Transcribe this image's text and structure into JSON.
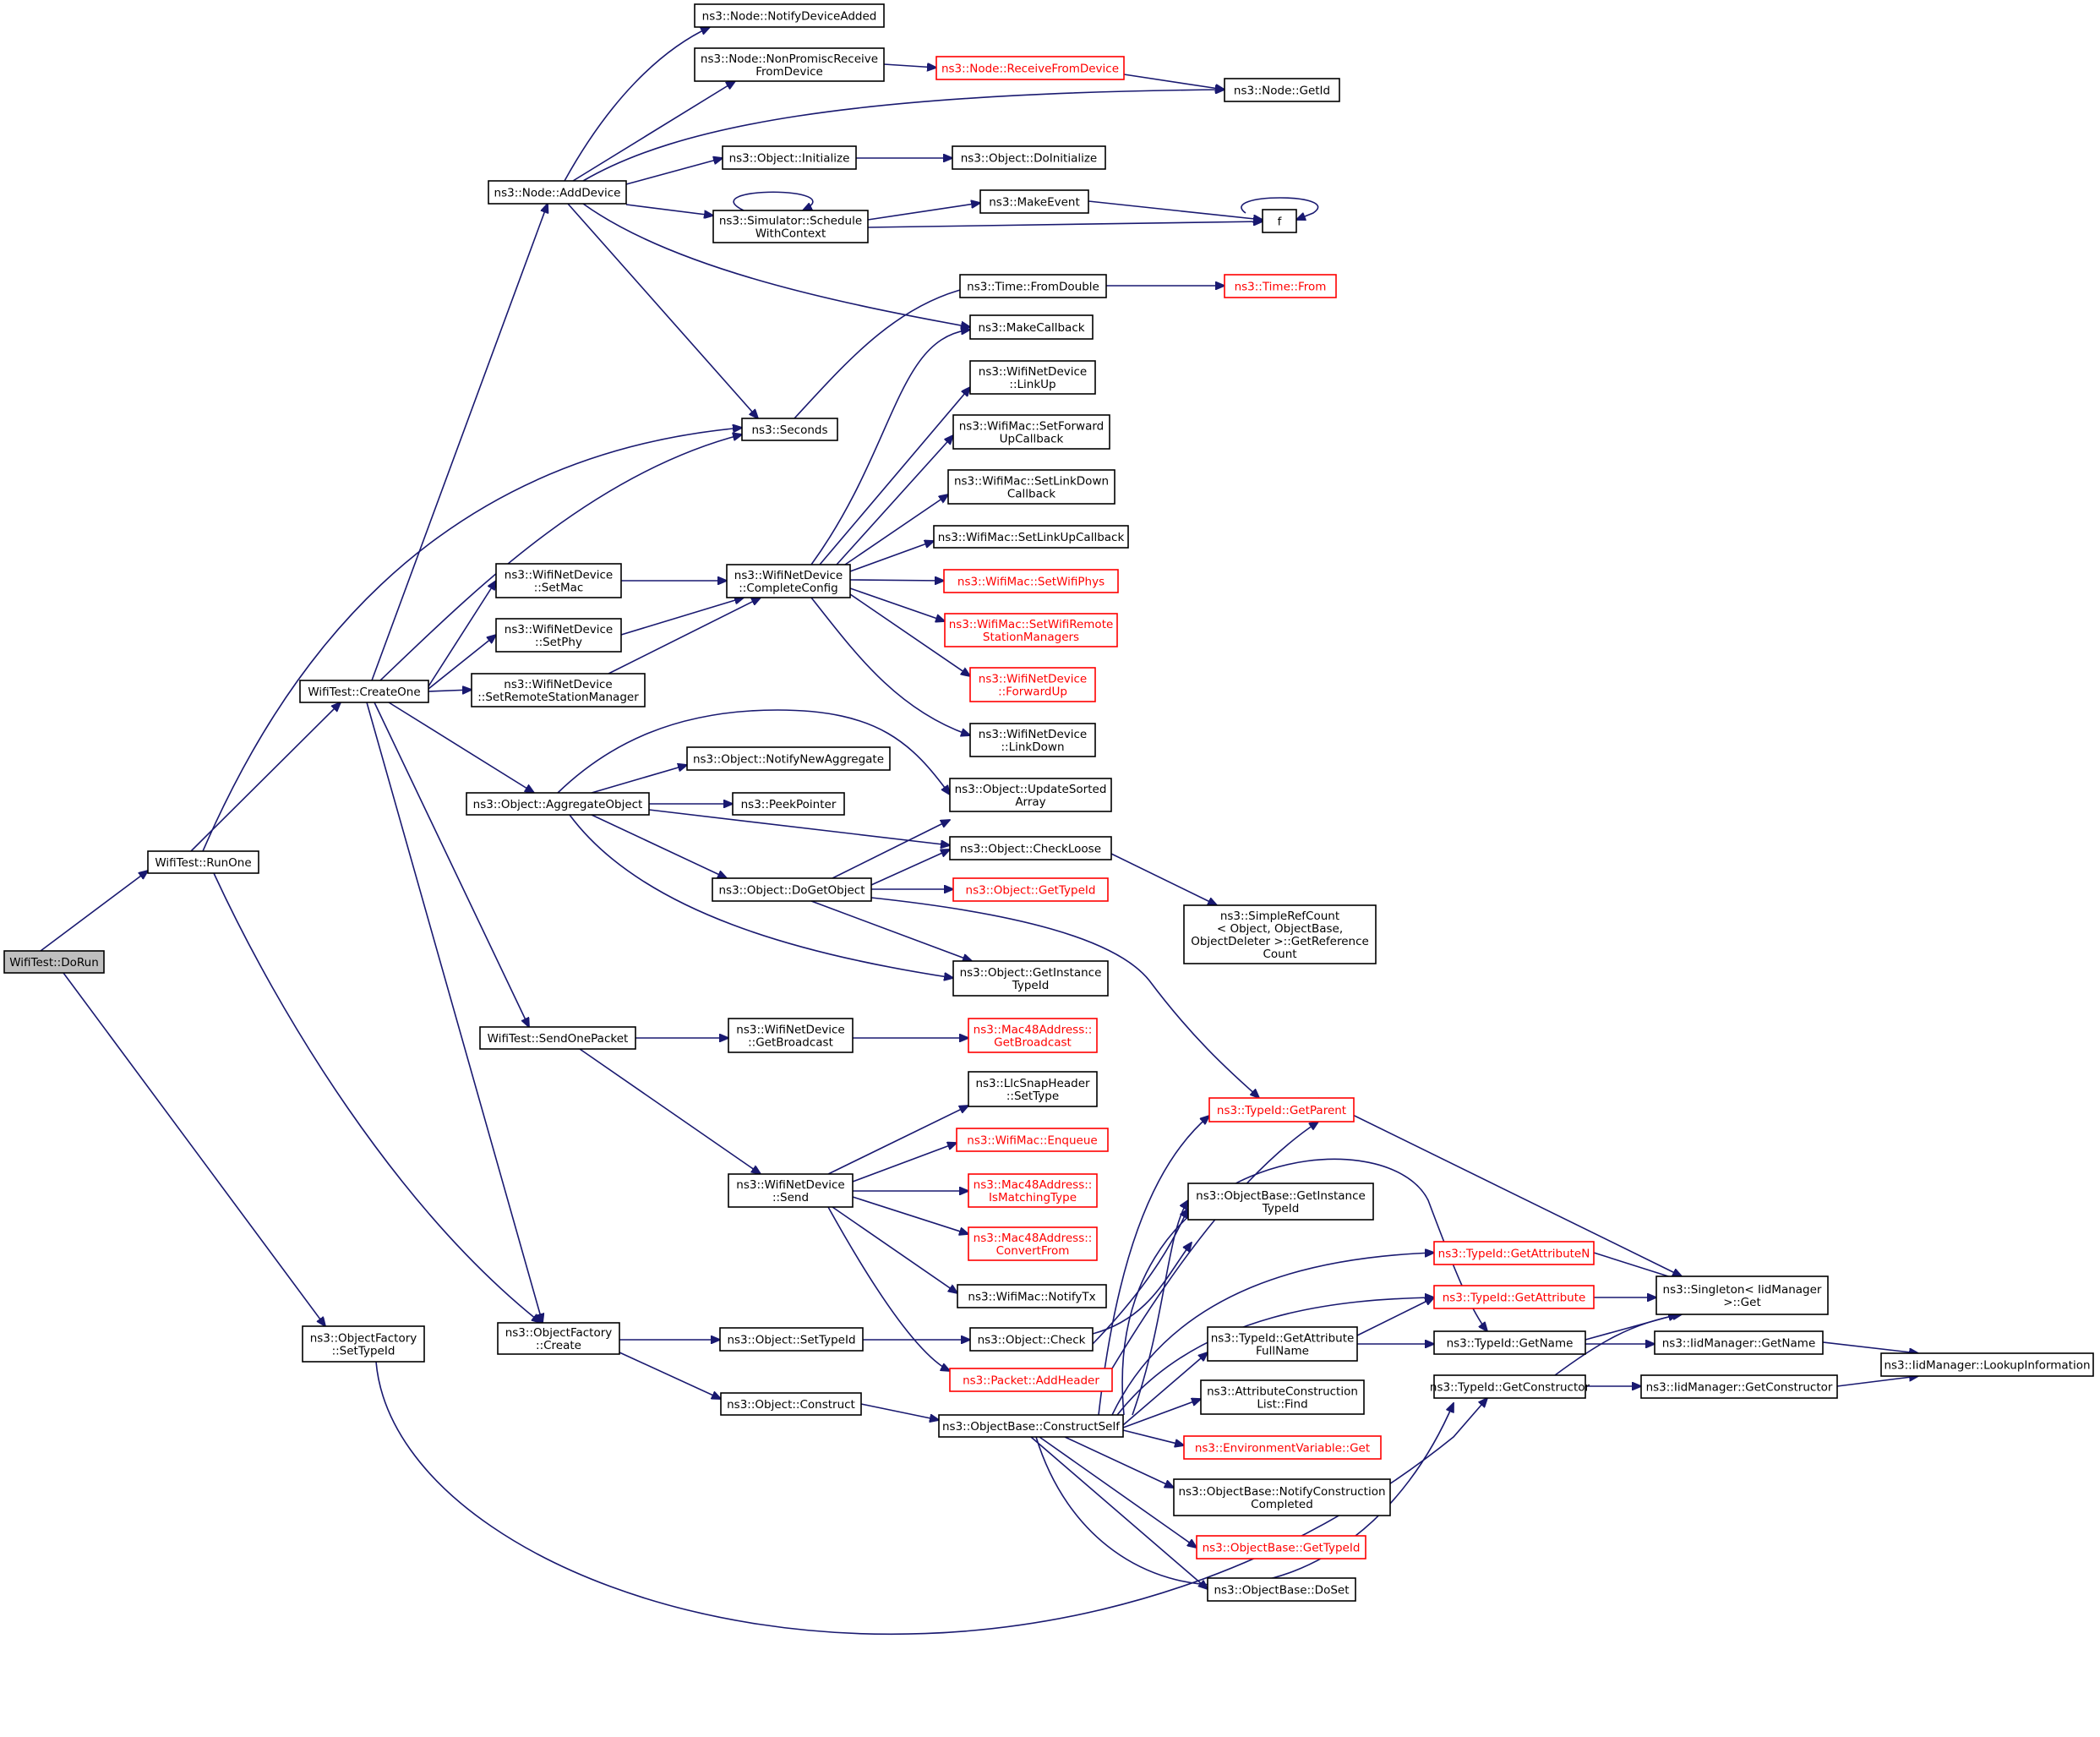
{
  "graph": {
    "nodes": [
      {
        "id": "dorun",
        "lines": [
          "WifiTest::DoRun"
        ],
        "style": "root"
      },
      {
        "id": "runone",
        "lines": [
          "WifiTest::RunOne"
        ],
        "style": "normal"
      },
      {
        "id": "createone",
        "lines": [
          "WifiTest::CreateOne"
        ],
        "style": "normal"
      },
      {
        "id": "of_settypeid",
        "lines": [
          "ns3::ObjectFactory",
          "::SetTypeId"
        ],
        "style": "normal"
      },
      {
        "id": "node_adddevice",
        "lines": [
          "ns3::Node::AddDevice"
        ],
        "style": "normal"
      },
      {
        "id": "seconds",
        "lines": [
          "ns3::Seconds"
        ],
        "style": "normal"
      },
      {
        "id": "of_create",
        "lines": [
          "ns3::ObjectFactory",
          "::Create"
        ],
        "style": "normal"
      },
      {
        "id": "notifydeviceadded",
        "lines": [
          "ns3::Node::NotifyDeviceAdded"
        ],
        "style": "normal"
      },
      {
        "id": "nonpromisc",
        "lines": [
          "ns3::Node::NonPromiscReceive",
          "FromDevice"
        ],
        "style": "normal"
      },
      {
        "id": "receivefromdevice",
        "lines": [
          "ns3::Node::ReceiveFromDevice"
        ],
        "style": "red"
      },
      {
        "id": "node_getid",
        "lines": [
          "ns3::Node::GetId"
        ],
        "style": "normal"
      },
      {
        "id": "obj_initialize",
        "lines": [
          "ns3::Object::Initialize"
        ],
        "style": "normal"
      },
      {
        "id": "obj_doinitialize",
        "lines": [
          "ns3::Object::DoInitialize"
        ],
        "style": "normal"
      },
      {
        "id": "sched",
        "lines": [
          "ns3::Simulator::Schedule",
          "WithContext"
        ],
        "style": "normal"
      },
      {
        "id": "makeevent",
        "lines": [
          "ns3::MakeEvent"
        ],
        "style": "normal"
      },
      {
        "id": "f",
        "lines": [
          "f"
        ],
        "style": "normal"
      },
      {
        "id": "fromdouble",
        "lines": [
          "ns3::Time::FromDouble"
        ],
        "style": "normal"
      },
      {
        "id": "timefrom",
        "lines": [
          "ns3::Time::From"
        ],
        "style": "red"
      },
      {
        "id": "makecallback",
        "lines": [
          "ns3::MakeCallback"
        ],
        "style": "normal"
      },
      {
        "id": "setmac",
        "lines": [
          "ns3::WifiNetDevice",
          "::SetMac"
        ],
        "style": "normal"
      },
      {
        "id": "setphy",
        "lines": [
          "ns3::WifiNetDevice",
          "::SetPhy"
        ],
        "style": "normal"
      },
      {
        "id": "setrsm",
        "lines": [
          "ns3::WifiNetDevice",
          "::SetRemoteStationManager"
        ],
        "style": "normal"
      },
      {
        "id": "completeconfig",
        "lines": [
          "ns3::WifiNetDevice",
          "::CompleteConfig"
        ],
        "style": "normal"
      },
      {
        "id": "linkup",
        "lines": [
          "ns3::WifiNetDevice",
          "::LinkUp"
        ],
        "style": "normal"
      },
      {
        "id": "setfwdup",
        "lines": [
          "ns3::WifiMac::SetForward",
          "UpCallback"
        ],
        "style": "normal"
      },
      {
        "id": "setlinkdown",
        "lines": [
          "ns3::WifiMac::SetLinkDown",
          "Callback"
        ],
        "style": "normal"
      },
      {
        "id": "setlinkup",
        "lines": [
          "ns3::WifiMac::SetLinkUpCallback"
        ],
        "style": "normal"
      },
      {
        "id": "setwifiphys",
        "lines": [
          "ns3::WifiMac::SetWifiPhys"
        ],
        "style": "red"
      },
      {
        "id": "setwifirsm",
        "lines": [
          "ns3::WifiMac::SetWifiRemote",
          "StationManagers"
        ],
        "style": "red"
      },
      {
        "id": "forwardup",
        "lines": [
          "ns3::WifiNetDevice",
          "::ForwardUp"
        ],
        "style": "red"
      },
      {
        "id": "linkdown",
        "lines": [
          "ns3::WifiNetDevice",
          "::LinkDown"
        ],
        "style": "normal"
      },
      {
        "id": "aggregate",
        "lines": [
          "ns3::Object::AggregateObject"
        ],
        "style": "normal"
      },
      {
        "id": "notifynewagg",
        "lines": [
          "ns3::Object::NotifyNewAggregate"
        ],
        "style": "normal"
      },
      {
        "id": "peekpointer",
        "lines": [
          "ns3::PeekPointer"
        ],
        "style": "normal"
      },
      {
        "id": "updatesorted",
        "lines": [
          "ns3::Object::UpdateSorted",
          "Array"
        ],
        "style": "normal"
      },
      {
        "id": "checkloose",
        "lines": [
          "ns3::Object::CheckLoose"
        ],
        "style": "normal"
      },
      {
        "id": "dogetobject",
        "lines": [
          "ns3::Object::DoGetObject"
        ],
        "style": "normal"
      },
      {
        "id": "obj_gettypeid",
        "lines": [
          "ns3::Object::GetTypeId"
        ],
        "style": "red"
      },
      {
        "id": "getrefcount",
        "lines": [
          "ns3::SimpleRefCount",
          "< Object, ObjectBase,",
          "ObjectDeleter >::GetReference",
          "Count"
        ],
        "style": "normal"
      },
      {
        "id": "getinstancetypeid",
        "lines": [
          "ns3::Object::GetInstance",
          "TypeId"
        ],
        "style": "normal"
      },
      {
        "id": "sendonepacket",
        "lines": [
          "WifiTest::SendOnePacket"
        ],
        "style": "normal"
      },
      {
        "id": "getbroadcast",
        "lines": [
          "ns3::WifiNetDevice",
          "::GetBroadcast"
        ],
        "style": "normal"
      },
      {
        "id": "mac48getbroadcast",
        "lines": [
          "ns3::Mac48Address::",
          "GetBroadcast"
        ],
        "style": "red"
      },
      {
        "id": "llcsettype",
        "lines": [
          "ns3::LlcSnapHeader",
          "::SetType"
        ],
        "style": "normal"
      },
      {
        "id": "enqueue",
        "lines": [
          "ns3::WifiMac::Enqueue"
        ],
        "style": "red"
      },
      {
        "id": "send",
        "lines": [
          "ns3::WifiNetDevice",
          "::Send"
        ],
        "style": "normal"
      },
      {
        "id": "ismatchingtype",
        "lines": [
          "ns3::Mac48Address::",
          "IsMatchingType"
        ],
        "style": "red"
      },
      {
        "id": "convertfrom",
        "lines": [
          "ns3::Mac48Address::",
          "ConvertFrom"
        ],
        "style": "red"
      },
      {
        "id": "notifytx",
        "lines": [
          "ns3::WifiMac::NotifyTx"
        ],
        "style": "normal"
      },
      {
        "id": "gettparent",
        "lines": [
          "ns3::TypeId::GetParent"
        ],
        "style": "red"
      },
      {
        "id": "objbase_getinstancetypeid",
        "lines": [
          "ns3::ObjectBase::GetInstance",
          "TypeId"
        ],
        "style": "normal"
      },
      {
        "id": "getattributen",
        "lines": [
          "ns3::TypeId::GetAttributeN"
        ],
        "style": "red"
      },
      {
        "id": "getattribute",
        "lines": [
          "ns3::TypeId::GetAttribute"
        ],
        "style": "red"
      },
      {
        "id": "singleton",
        "lines": [
          "ns3::Singleton< IidManager",
          ">::Get"
        ],
        "style": "normal"
      },
      {
        "id": "settypeid",
        "lines": [
          "ns3::Object::SetTypeId"
        ],
        "style": "normal"
      },
      {
        "id": "objcheck",
        "lines": [
          "ns3::Object::Check"
        ],
        "style": "normal"
      },
      {
        "id": "addheader",
        "lines": [
          "ns3::Packet::AddHeader"
        ],
        "style": "red"
      },
      {
        "id": "getattrfullname",
        "lines": [
          "ns3::TypeId::GetAttribute",
          "FullName"
        ],
        "style": "normal"
      },
      {
        "id": "getname",
        "lines": [
          "ns3::TypeId::GetName"
        ],
        "style": "normal"
      },
      {
        "id": "iid_getname",
        "lines": [
          "ns3::IidManager::GetName"
        ],
        "style": "normal"
      },
      {
        "id": "lookupinfo",
        "lines": [
          "ns3::IidManager::LookupInformation"
        ],
        "style": "normal"
      },
      {
        "id": "getconstructor",
        "lines": [
          "ns3::TypeId::GetConstructor"
        ],
        "style": "normal"
      },
      {
        "id": "iid_getconstructor",
        "lines": [
          "ns3::IidManager::GetConstructor"
        ],
        "style": "normal"
      },
      {
        "id": "objconstruct",
        "lines": [
          "ns3::Object::Construct"
        ],
        "style": "normal"
      },
      {
        "id": "constructself",
        "lines": [
          "ns3::ObjectBase::ConstructSelf"
        ],
        "style": "normal"
      },
      {
        "id": "acl_find",
        "lines": [
          "ns3::AttributeConstruction",
          "List::Find"
        ],
        "style": "normal"
      },
      {
        "id": "envget",
        "lines": [
          "ns3::EnvironmentVariable::Get"
        ],
        "style": "red"
      },
      {
        "id": "notifyconstruction",
        "lines": [
          "ns3::ObjectBase::NotifyConstruction",
          "Completed"
        ],
        "style": "normal"
      },
      {
        "id": "objbase_gettypeid",
        "lines": [
          "ns3::ObjectBase::GetTypeId"
        ],
        "style": "red"
      },
      {
        "id": "doset",
        "lines": [
          "ns3::ObjectBase::DoSet"
        ],
        "style": "normal"
      }
    ]
  }
}
